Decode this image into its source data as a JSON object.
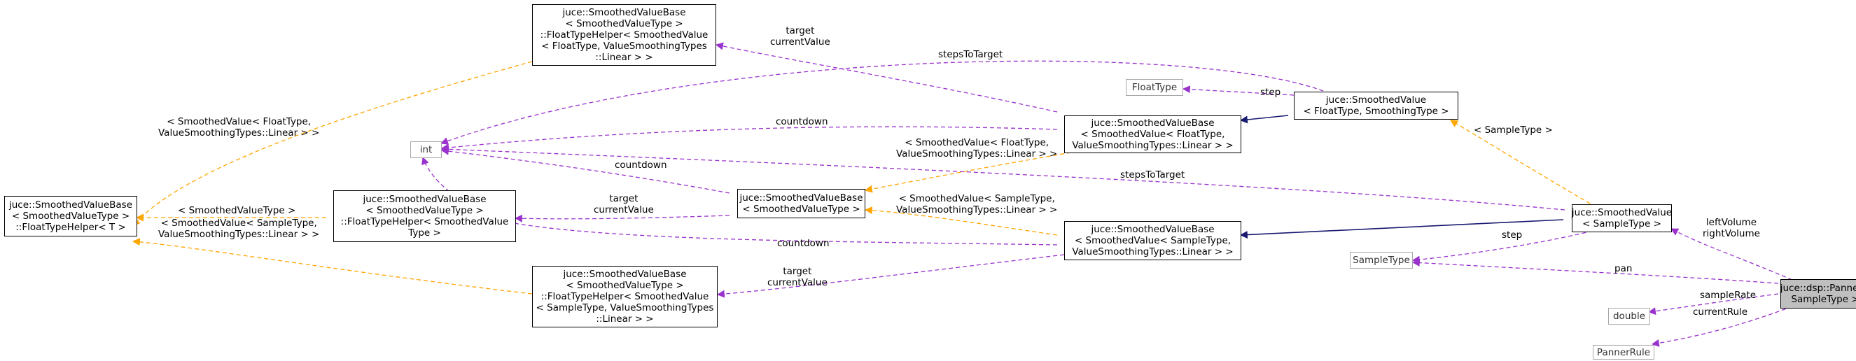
{
  "colors": {
    "inherit": "#191970",
    "usage": "#9a32cd",
    "template": "#ffa500",
    "gray_border": "#a8a8a8",
    "selected_fill": "#bfbfbf"
  },
  "nodes": {
    "helper_t": [
      "juce::SmoothedValueBase",
      "< SmoothedValueType >",
      "::FloatTypeHelper< T >"
    ],
    "int_node": [
      "int"
    ],
    "helper_float": [
      "juce::SmoothedValueBase",
      "< SmoothedValueType >",
      "::FloatTypeHelper< SmoothedValue",
      "< FloatType, ValueSmoothingTypes",
      "::Linear > >"
    ],
    "helper_type": [
      "juce::SmoothedValueBase",
      "< SmoothedValueType >",
      "::FloatTypeHelper< SmoothedValue",
      "Type >"
    ],
    "helper_sample": [
      "juce::SmoothedValueBase",
      "< SmoothedValueType >",
      "::FloatTypeHelper< SmoothedValue",
      "< SampleType, ValueSmoothingTypes",
      "::Linear > >"
    ],
    "base_generic": [
      "juce::SmoothedValueBase",
      "< SmoothedValueType >"
    ],
    "floattype": [
      "FloatType"
    ],
    "base_float": [
      "juce::SmoothedValueBase",
      "< SmoothedValue< FloatType,",
      "ValueSmoothingTypes::Linear > >"
    ],
    "base_sample": [
      "juce::SmoothedValueBase",
      "< SmoothedValue< SampleType,",
      "ValueSmoothingTypes::Linear > >"
    ],
    "sv_float": [
      "juce::SmoothedValue",
      "< FloatType, SmoothingType >"
    ],
    "sampletype": [
      "SampleType"
    ],
    "sv_sample": [
      "juce::SmoothedValue",
      "< SampleType >"
    ],
    "double_node": [
      "double"
    ],
    "pannerrule": [
      "PannerRule"
    ],
    "panner": [
      "juce::dsp::Panner<",
      "SampleType >"
    ]
  },
  "edge_labels": {
    "e1": [
      "target",
      "currentValue"
    ],
    "e2": [
      "stepsToTarget"
    ],
    "e3": [
      "< SmoothedValue< FloatType,",
      "ValueSmoothingTypes::Linear > >"
    ],
    "e4": [
      "step"
    ],
    "e5": [
      "countdown"
    ],
    "e6": [
      "< SmoothedValue< FloatType,",
      "ValueSmoothingTypes::Linear > >"
    ],
    "e7": [
      "< SampleType >"
    ],
    "e8": [
      "countdown"
    ],
    "e9": [
      "stepsToTarget"
    ],
    "e10": [
      "< SmoothedValueType >"
    ],
    "e11": [
      "target",
      "currentValue"
    ],
    "e12": [
      "< SmoothedValue< SampleType,",
      "ValueSmoothingTypes::Linear > >"
    ],
    "e13": [
      "< SmoothedValue< SampleType,",
      "ValueSmoothingTypes::Linear > >"
    ],
    "e14": [
      "countdown"
    ],
    "e15": [
      "step"
    ],
    "e16": [
      "leftVolume",
      "rightVolume"
    ],
    "e17": [
      "target",
      "currentValue"
    ],
    "e18": [
      "pan"
    ],
    "e19": [
      "sampleRate"
    ],
    "e20": [
      "currentRule"
    ]
  }
}
